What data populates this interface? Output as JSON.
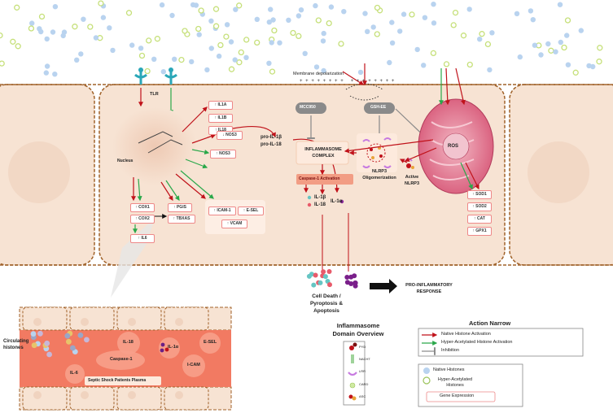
{
  "top_labels": {
    "membrane_depolarization": "Membrane depolarization",
    "receptor": "TLR",
    "nucleus": "Nucleus"
  },
  "inhibitors": {
    "mcc950": "MCC950",
    "gsh_ee": "GSH-EE"
  },
  "inflammasome": {
    "complex": "INFLAMMASOME COMPLEX",
    "caspase_activation": "Caspase-1 Activation",
    "oligomerization": "NLRP3 Oligomerization",
    "active": "Active NLRP3",
    "pro_il1b": "pro-IL-1β",
    "pro_il18": "pro-IL-18",
    "il1b": "IL-1β",
    "il18": "IL-18",
    "il1a": "IL-1α"
  },
  "ros": "ROS",
  "genes": {
    "il1a": "↑ IL1A",
    "il1b": "↑ IL1B",
    "il18": "↑ IL18",
    "nos3_down": "↓ NOS3",
    "nos3_up": "↑ NOS3",
    "cox1": "↑ COX1",
    "cox2": "↑ COX2",
    "il6": "↑ IL6",
    "pgis": "↑ PGIS",
    "tbxas": "↑ TBXAS",
    "icam1": "↑ ICAM-1",
    "esel": "↑ E-SEL",
    "vcam": "↑ VCAM",
    "sod1": "↑ SOD1",
    "sod2": "↑ SOD2",
    "cat": "↑ CAT",
    "gpx1": "↑ GPX1"
  },
  "outcomes": {
    "cell_death": "Cell Death / Pyroptosis & Apoptosis",
    "response": "PRO-INFLAMMATORY RESPONSE"
  },
  "vessel": {
    "circulating": "Circulating histones",
    "il18": "IL-18",
    "il1a": "IL-1α",
    "esel": "E-SEL",
    "caspase": "Caspase-1",
    "icam": "I-CAM",
    "il6": "IL-6",
    "plasma": "Septic Shock Patients Plasma"
  },
  "domain_overview": {
    "title": "Inflammasome Domain Overview",
    "items": [
      "PYD",
      "NACHT",
      "LRR",
      "CARD",
      "ASC"
    ]
  },
  "action_legend": {
    "title": "Action Narrow",
    "items": [
      "Native Histone Activation",
      "Hyper-Acetylated Histone Activation",
      "Inhibition"
    ]
  },
  "histone_legend": {
    "native": "Native Histones",
    "hyper": "Hyper-Acetylated Histones",
    "gene_expression": "Gene Expression"
  },
  "colors": {
    "native_activation": "#c0121a",
    "hyper_activation": "#2aa84a",
    "inhibition": "#888888",
    "native_histone": "#b9d3ef",
    "hyper_histone": "#c6e07a",
    "cell_fill": "#f7e3d3",
    "membrane": "#a0622a",
    "plasma": "#f27a62"
  }
}
